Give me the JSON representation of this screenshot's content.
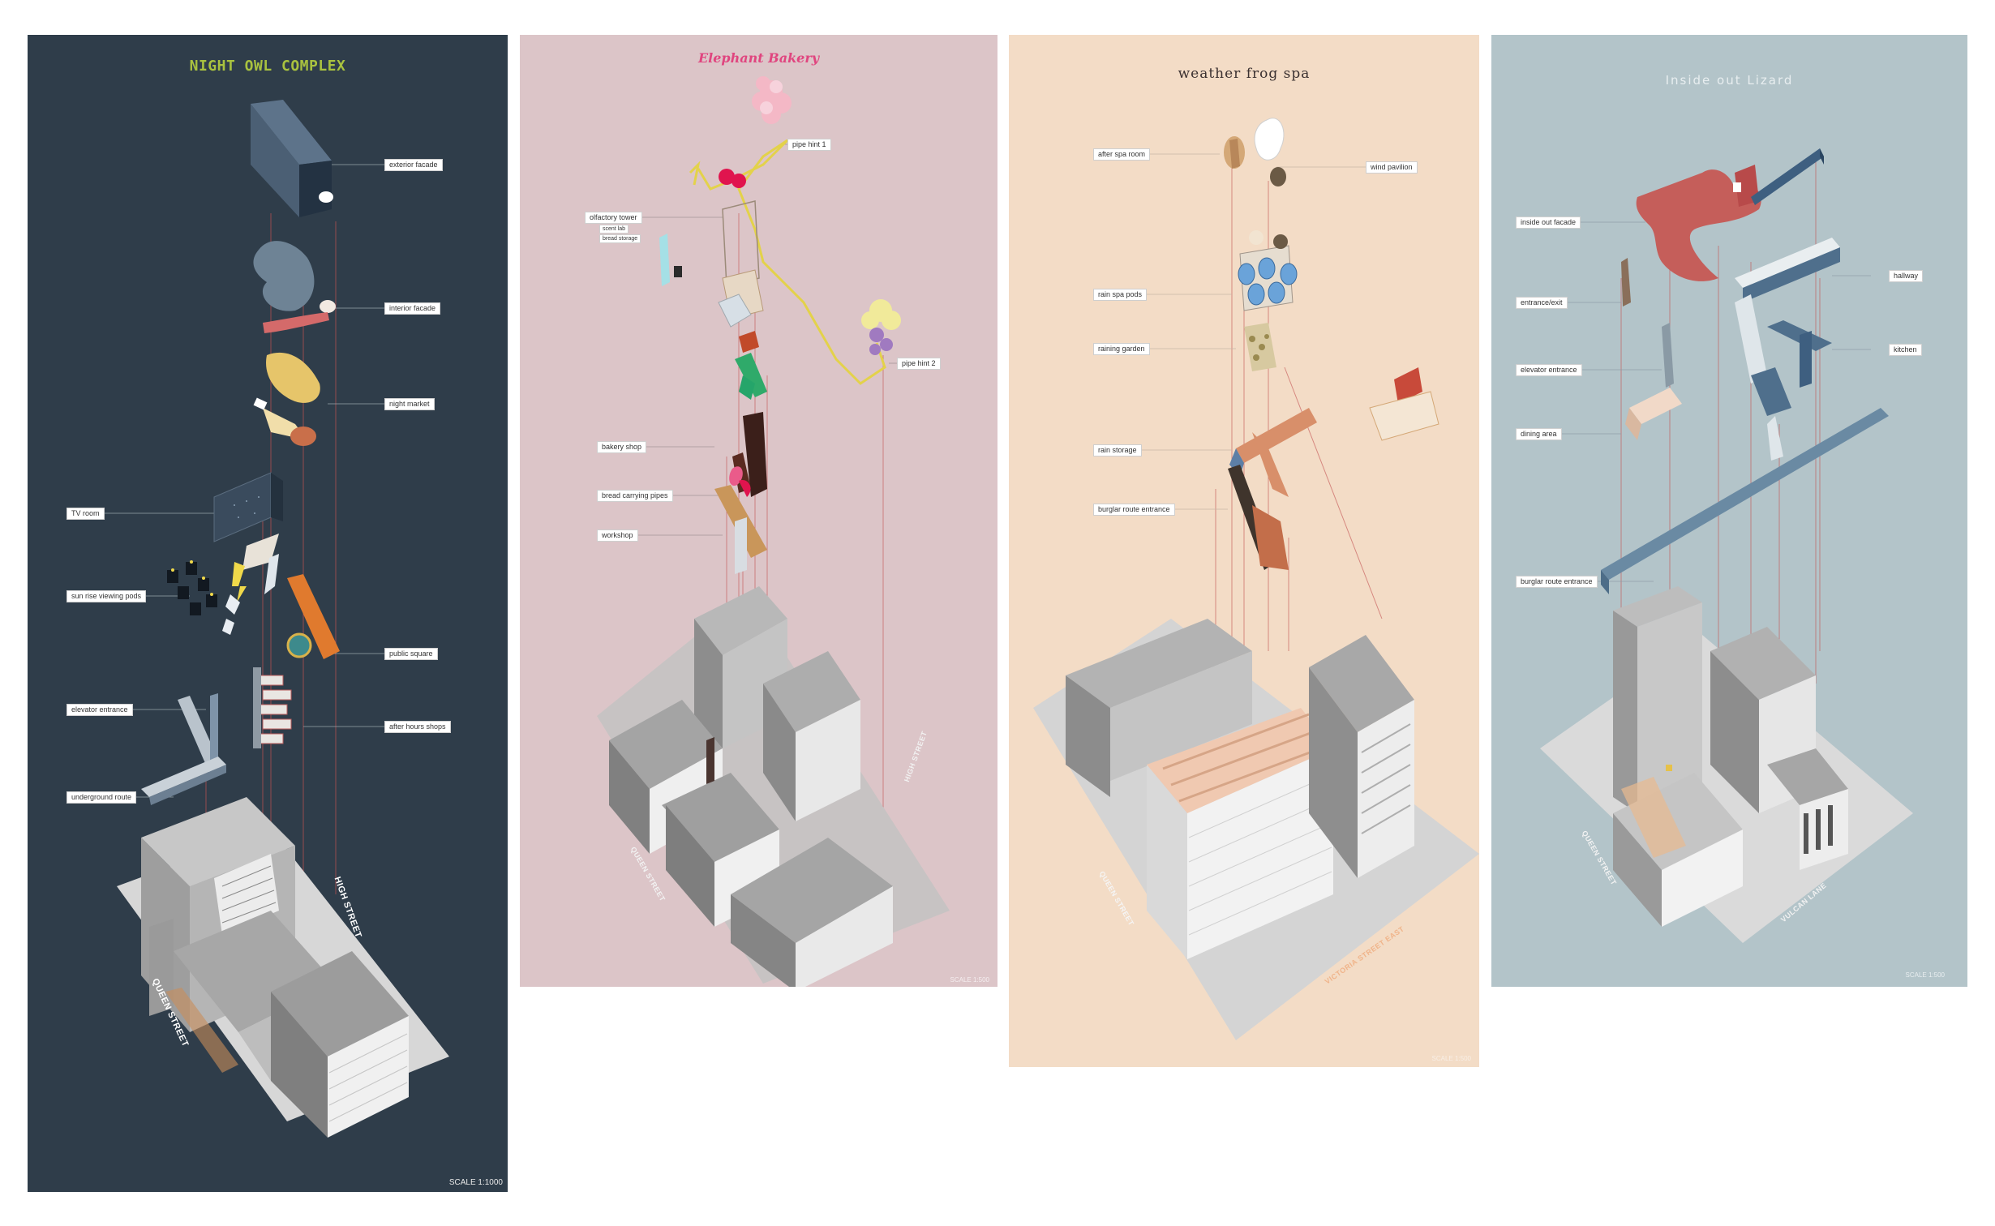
{
  "panels": [
    {
      "title": "NIGHT OWL COMPLEX",
      "background": "#2f3d4a",
      "title_color": "#a9c23f",
      "labels": {
        "exterior_facade": "exterior facade",
        "interior_facade": "interior facade",
        "night_market": "night market",
        "tv_room": "TV room",
        "sunrise_viewing_pods": "sun rise viewing pods",
        "public_square": "public square",
        "elevator_entrance": "elevator entrance",
        "after_hours_shops": "after hours shops",
        "underground_route": "underground route"
      },
      "streets": {
        "high": "HIGH STREET",
        "queen": "QUEEN STREET"
      },
      "scale": "SCALE 1:1000"
    },
    {
      "title": "Elephant Bakery",
      "background": "#dcc5c8",
      "title_color": "#e0457f",
      "labels": {
        "pipe_hint_1": "pipe hint 1",
        "olfactory_tower": "olfactory tower",
        "scent_lab": "scent lab",
        "bread_storage": "bread storage",
        "pipe_hint_2": "pipe hint 2",
        "bakery_shop": "bakery shop",
        "bread_carrying_pipes": "bread carrying pipes",
        "workshop": "workshop"
      },
      "streets": {
        "high": "HIGH STREET",
        "queen": "QUEEN STREET"
      },
      "scale": "SCALE 1:500"
    },
    {
      "title": "weather frog spa",
      "background": "#f3dcc6",
      "title_color": "#3a3030",
      "labels": {
        "after_spa_room": "after spa room",
        "wind_pavilion": "wind pavilion",
        "rain_spa_pods": "rain spa pods",
        "raining_garden": "raining garden",
        "rain_storage": "rain storage",
        "burglar_route_entrance": "burglar route entrance"
      },
      "streets": {
        "queen": "QUEEN STREET",
        "victoria": "VICTORIA STREET EAST"
      },
      "scale": "SCALE 1:500"
    },
    {
      "title": "Inside out Lizard",
      "background": "#b3c4c9",
      "title_color": "#e8eef0",
      "labels": {
        "inside_out_facade": "inside out facade",
        "hallway": "hallway",
        "entrance_exit": "entrance/exit",
        "kitchen": "kitchen",
        "elevator_entrance": "elevator entrance",
        "dining_area": "dining area",
        "burglar_route_entrance": "burglar route entrance"
      },
      "streets": {
        "queen": "QUEEN STREET",
        "vulcan": "VULCAN LANE"
      },
      "scale": "SCALE 1:500"
    }
  ]
}
